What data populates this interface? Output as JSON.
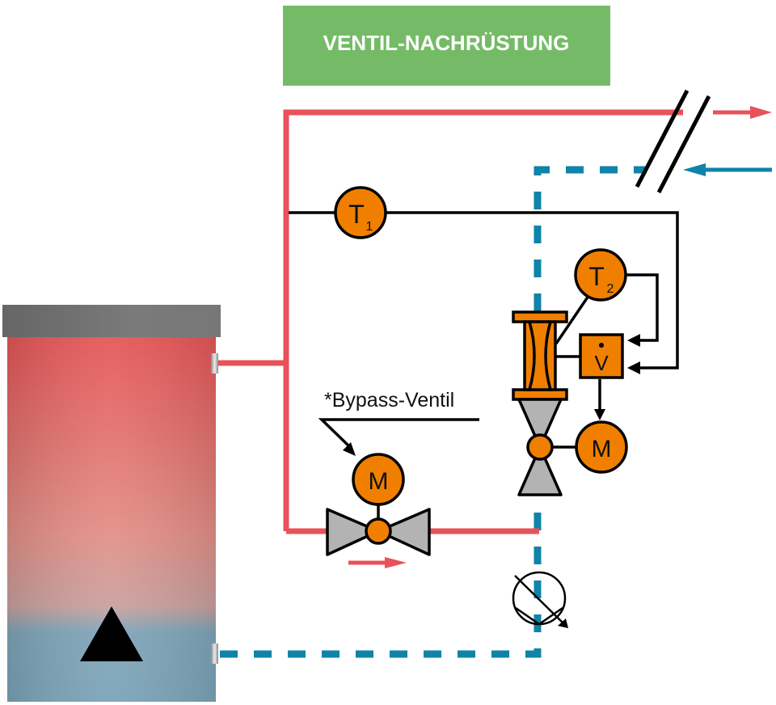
{
  "title": "VENTIL-NACHRÜSTUNG",
  "colors": {
    "title_bg": "#75bb67",
    "supply_red": "#e8525a",
    "return_blue": "#0f83a8",
    "component_orange": "#f07f00",
    "valve_gray": "#b3b3b3",
    "line_black": "#000000",
    "tank_lid": "#6f6f6f"
  },
  "sensors": {
    "t1": {
      "letter": "T",
      "subscript": "1"
    },
    "t2": {
      "letter": "T",
      "subscript": "2"
    }
  },
  "flow_controller": {
    "symbol": "V̇",
    "letter": "V"
  },
  "motors": {
    "main_valve_motor": "M",
    "bypass_valve_motor": "M"
  },
  "bypass_label": "*Bypass-Ventil",
  "tank": {
    "icon": "warning-triangle"
  }
}
